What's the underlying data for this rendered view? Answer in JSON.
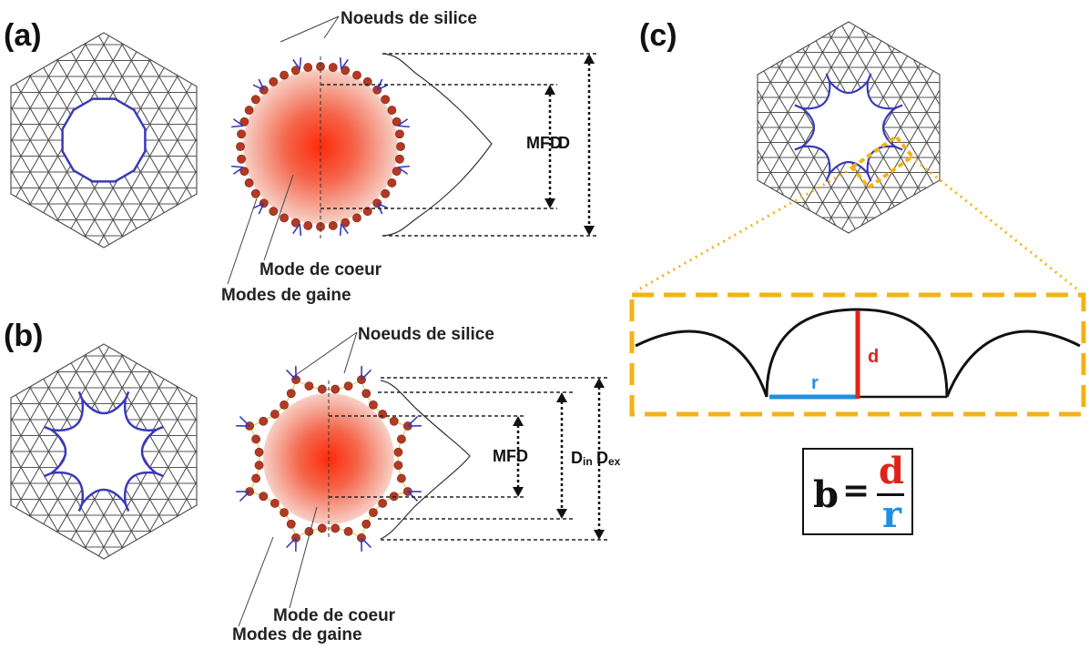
{
  "panels": {
    "a": {
      "label": "(a)",
      "silica_nodes": "Noeuds de silice",
      "core_mode": "Mode de coeur",
      "cladding_modes": "Modes de gaine",
      "mfd": "MFD",
      "diameter": "D"
    },
    "b": {
      "label": "(b)",
      "silica_nodes": "Noeuds de silice",
      "core_mode": "Mode de coeur",
      "cladding_modes": "Modes de gaine",
      "mfd": "MFD",
      "d_in_main": "D",
      "d_in_sub": "in",
      "d_ex_main": "D",
      "d_ex_sub": "ex"
    },
    "c": {
      "label": "(c)",
      "radius": "r",
      "depth": "d",
      "formula_lhs": "b",
      "formula_eq": "=",
      "formula_num": "d",
      "formula_den": "r"
    }
  },
  "colors": {
    "lattice": "#555555",
    "core_wall": "#3a3ab8",
    "silica_node": "#b23a22",
    "highlight": "#f2b318",
    "d_color": "#e0231a",
    "r_color": "#1f8fe0"
  }
}
